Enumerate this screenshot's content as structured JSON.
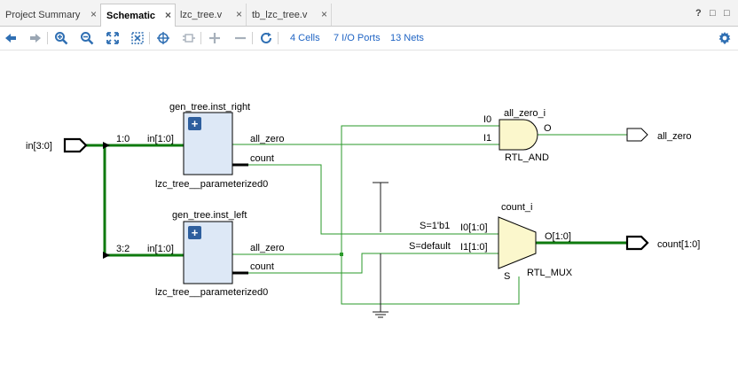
{
  "tabs": [
    {
      "label": "Project Summary",
      "active": false
    },
    {
      "label": "Schematic",
      "active": true
    },
    {
      "label": "lzc_tree.v",
      "active": false
    },
    {
      "label": "tb_lzc_tree.v",
      "active": false
    }
  ],
  "tab_close_glyph": "×",
  "window_buttons": [
    "?",
    "□",
    "□"
  ],
  "toolbar": {
    "cells_link": "4 Cells",
    "io_ports_link": "7 I/O Ports",
    "nets_link": "13 Nets",
    "icons": [
      "back-icon",
      "forward-icon",
      "zoom-in-icon",
      "zoom-out-icon",
      "zoom-fit-icon",
      "zoom-area-icon",
      "autofit-icon",
      "expand-icon",
      "add-icon",
      "remove-icon",
      "refresh-icon",
      "settings-gear-icon"
    ]
  },
  "schematic": {
    "input_port": "in[3:0]",
    "bus_tap_top": "1:0",
    "bus_tap_bottom": "3:2",
    "inst_right": {
      "name": "gen_tree.inst_right",
      "pin_in": "in[1:0]",
      "pin_all_zero": "all_zero",
      "pin_count": "count",
      "cell": "lzc_tree__parameterized0",
      "expand": "+"
    },
    "inst_left": {
      "name": "gen_tree.inst_left",
      "pin_in": "in[1:0]",
      "pin_all_zero": "all_zero",
      "pin_count": "count",
      "cell": "lzc_tree__parameterized0",
      "expand": "+"
    },
    "and_gate": {
      "name": "all_zero_i",
      "pin_i0": "I0",
      "pin_i1": "I1",
      "pin_o": "O",
      "type": "RTL_AND"
    },
    "mux": {
      "name": "count_i",
      "pin_i0": "I0[1:0]",
      "pin_i1": "I1[1:0]",
      "pin_o": "O[1:0]",
      "pin_s": "S",
      "type": "RTL_MUX",
      "sel_i0": "S=1'b1",
      "sel_i1": "S=default"
    },
    "out_all_zero": "all_zero",
    "out_count": "count[1:0]"
  },
  "colors": {
    "wire": "#2a9a2a",
    "bus": "#0e7a0e",
    "cell_fill": "#dde8f6",
    "gate_fill": "#fbf7cc",
    "link": "#1f64c4",
    "icon": "#2f6fb3"
  }
}
